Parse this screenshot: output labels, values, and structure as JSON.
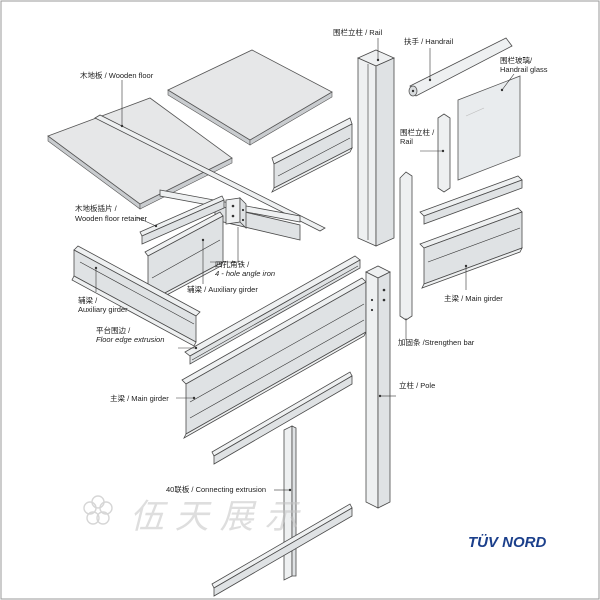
{
  "labels": {
    "wooden_floor": "木地板 / Wooden floor",
    "rail_top": "围栏立柱 / Rail",
    "handrail": "扶手 / Handrail",
    "handrail_glass_1": "围栏玻璃/",
    "handrail_glass_2": "Handrail glass",
    "rail_mid_1": "围栏立柱 /",
    "rail_mid_2": "Rail",
    "retainer_1": "木地板插片 /",
    "retainer_2": "Wooden floor retainer",
    "angle_iron_1": "四孔角铁 /",
    "angle_iron_2": "4 - hole angle iron",
    "aux_girder_mid": "辅梁 / Auxiliary girder",
    "aux_girder_left_1": "辅梁 /",
    "aux_girder_left_2": "Auxiliary girder",
    "main_girder_right": "主梁 / Main girder",
    "floor_edge_1": "平台围边 /",
    "floor_edge_2": "Floor edge extrusion",
    "strengthen_bar": "加固条 /Strengthen bar",
    "pole": "立柱 / Pole",
    "main_girder_left": "主梁 / Main girder",
    "connecting": "40联板 / Connecting extrusion"
  },
  "watermark": "伍 天 展 示",
  "logo": "TÜV NORD",
  "colors": {
    "frame": "#9a9a9a",
    "logo": "#1b3f8b"
  }
}
